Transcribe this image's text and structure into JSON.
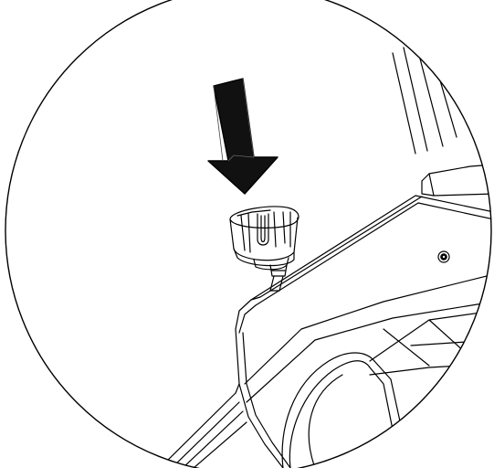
{
  "colors": {
    "line": "#000000",
    "background": "#ffffff",
    "arrow_fill": "#111111"
  },
  "callout": {
    "shape": "circle-detail-view",
    "arrow_direction": "down",
    "parts": [
      "push-down-arrow-icon",
      "adjustment-knob",
      "knob-threaded-shaft",
      "frame-side-cover",
      "cover-screw",
      "frame-rail",
      "crank-opening"
    ]
  }
}
